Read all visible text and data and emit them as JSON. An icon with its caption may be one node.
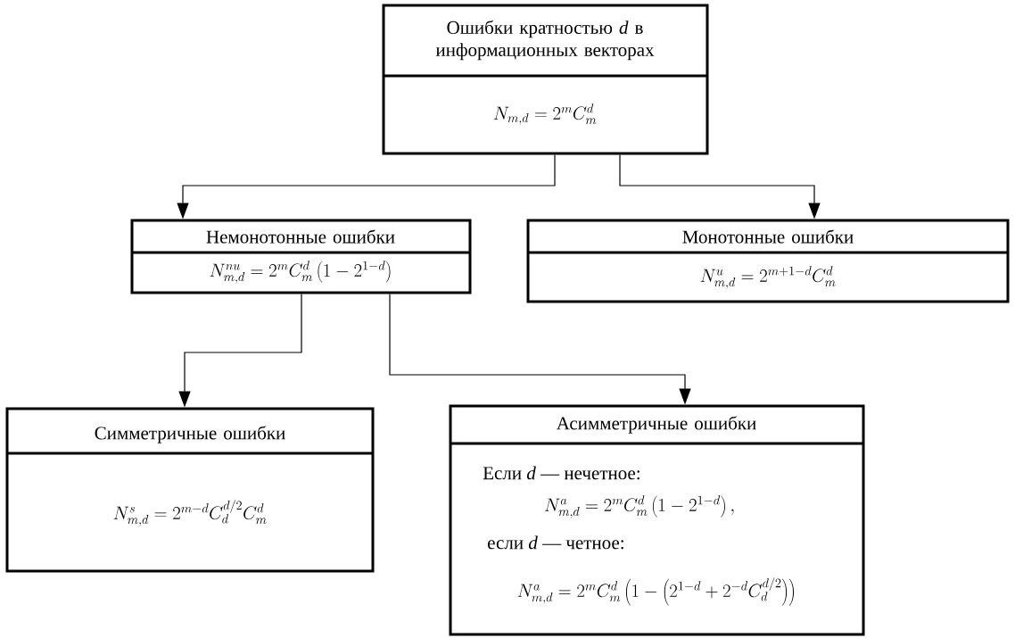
{
  "diagram": {
    "nodes": [
      {
        "text": [
          "Ошибки кратностью *d* в информационных векторах",
          "N_{m,d} = 2^{m} C_{m}^{d}"
        ]
      },
      {
        "text": [
          "Немонотонные ошибки",
          "N_{m,d}^{nu} = 2^{m} C_{m}^{d}\\left(1-2^{1-d}\\right)"
        ]
      },
      {
        "text": [
          "Монотонные ошибки",
          "N_{m,d}^{u} = 2^{m+1-d} C_{m}^{d}"
        ]
      },
      {
        "text": [
          "Симметричные ошибки",
          "N_{m,d}^{s} = 2^{m-d} C_{d}^{d/2} C_{m}^{d}"
        ]
      },
      {
        "text": [
          "Асимметричные ошибки",
          "Если *d* — нечетное:",
          "N_{m,d}^{a} = 2^{m} C_{m}^{d}\\left(1-2^{1-d}\\right),",
          "если *d* — четное:",
          "N_{m,d}^{a} = 2^{m} C_{m}^{d}\\left(1-\\left(2^{1-d}+2^{-d} C_{d}^{d/2}\\right)\\right)"
        ]
      }
    ],
    "edges": [
      {
        "from": 0,
        "to": 1,
        "arrow": "to"
      },
      {
        "from": 0,
        "to": 2,
        "arrow": "to"
      },
      {
        "from": 1,
        "to": 3,
        "arrow": "to"
      },
      {
        "from": 1,
        "to": 4,
        "arrow": "to"
      }
    ]
  }
}
